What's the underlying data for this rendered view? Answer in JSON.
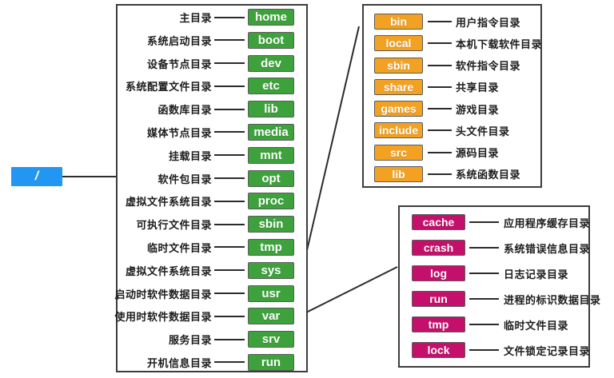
{
  "root": {
    "label": "/",
    "color": "#2395F2"
  },
  "main_tree": {
    "accent": "#3EA23C",
    "items": [
      {
        "desc": "主目录",
        "dir": "home"
      },
      {
        "desc": "系统启动目录",
        "dir": "boot"
      },
      {
        "desc": "设备节点目录",
        "dir": "dev"
      },
      {
        "desc": "系统配置文件目录",
        "dir": "etc"
      },
      {
        "desc": "函数库目录",
        "dir": "lib"
      },
      {
        "desc": "媒体节点目录",
        "dir": "media"
      },
      {
        "desc": "挂载目录",
        "dir": "mnt"
      },
      {
        "desc": "软件包目录",
        "dir": "opt"
      },
      {
        "desc": "虚拟文件系统目录",
        "dir": "proc"
      },
      {
        "desc": "可执行文件目录",
        "dir": "sbin"
      },
      {
        "desc": "临时文件目录",
        "dir": "tmp"
      },
      {
        "desc": "虚拟文件系统目录",
        "dir": "sys"
      },
      {
        "desc": "启动时软件数据目录",
        "dir": "usr"
      },
      {
        "desc": "使用时软件数据目录",
        "dir": "var"
      },
      {
        "desc": "服务目录",
        "dir": "srv"
      },
      {
        "desc": "开机信息目录",
        "dir": "run"
      }
    ]
  },
  "usr_tree": {
    "accent": "#F2A122",
    "items": [
      {
        "dir": "bin",
        "desc": "用户指令目录"
      },
      {
        "dir": "local",
        "desc": "本机下载软件目录"
      },
      {
        "dir": "sbin",
        "desc": "软件指令目录"
      },
      {
        "dir": "share",
        "desc": "共享目录"
      },
      {
        "dir": "games",
        "desc": "游戏目录"
      },
      {
        "dir": "include",
        "desc": "头文件目录"
      },
      {
        "dir": "src",
        "desc": "源码目录"
      },
      {
        "dir": "lib",
        "desc": "系统函数目录"
      }
    ]
  },
  "var_tree": {
    "accent": "#C5106B",
    "items": [
      {
        "dir": "cache",
        "desc": "应用程序缓存目录"
      },
      {
        "dir": "crash",
        "desc": "系统错误信息目录"
      },
      {
        "dir": "log",
        "desc": "日志记录目录"
      },
      {
        "dir": "run",
        "desc": "进程的标识数据目录"
      },
      {
        "dir": "tmp",
        "desc": "临时文件目录"
      },
      {
        "dir": "lock",
        "desc": "文件锁定记录目录"
      }
    ]
  },
  "wire_color": "#2b2b2b"
}
